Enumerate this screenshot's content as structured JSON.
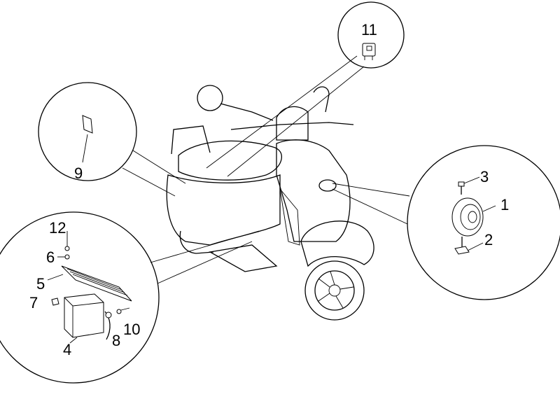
{
  "diagram": {
    "title": "Scooter electrical parts exploded view",
    "callouts": [
      {
        "id": "1",
        "label": "1"
      },
      {
        "id": "2",
        "label": "2"
      },
      {
        "id": "3",
        "label": "3"
      },
      {
        "id": "4",
        "label": "4"
      },
      {
        "id": "5",
        "label": "5"
      },
      {
        "id": "6",
        "label": "6"
      },
      {
        "id": "7",
        "label": "7"
      },
      {
        "id": "8",
        "label": "8"
      },
      {
        "id": "9",
        "label": "9"
      },
      {
        "id": "10",
        "label": "10"
      },
      {
        "id": "11",
        "label": "11"
      },
      {
        "id": "12",
        "label": "12"
      }
    ]
  }
}
